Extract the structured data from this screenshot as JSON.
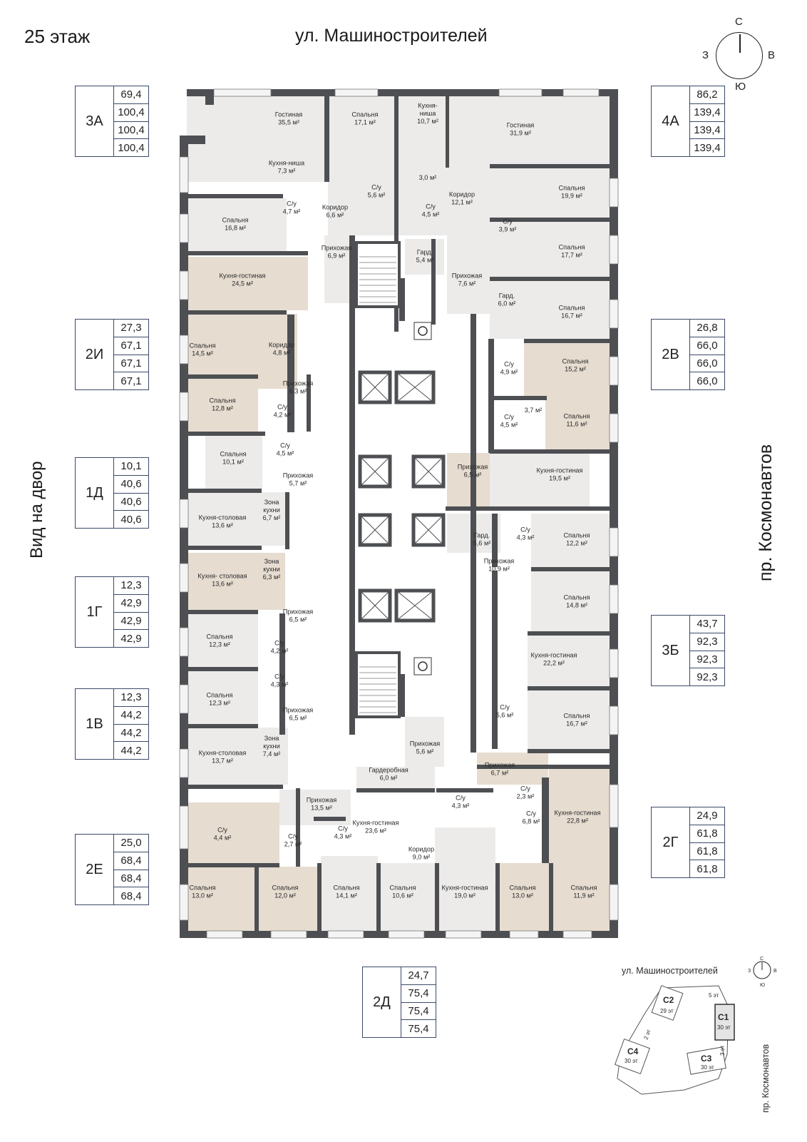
{
  "header": {
    "floor": "25 этаж",
    "street_top": "ул. Машиностроителей",
    "side_left": "Вид на двор",
    "side_right": "пр. Космонавтов"
  },
  "compass": {
    "n": "С",
    "s": "Ю",
    "w": "З",
    "e": "В"
  },
  "apartments": [
    {
      "code": "3А",
      "values": [
        "69,4",
        "100,4",
        "100,4",
        "100,4"
      ]
    },
    {
      "code": "2И",
      "values": [
        "27,3",
        "67,1",
        "67,1",
        "67,1"
      ]
    },
    {
      "code": "1Д",
      "values": [
        "10,1",
        "40,6",
        "40,6",
        "40,6"
      ]
    },
    {
      "code": "1Г",
      "values": [
        "12,3",
        "42,9",
        "42,9",
        "42,9"
      ]
    },
    {
      "code": "1В",
      "values": [
        "12,3",
        "44,2",
        "44,2",
        "44,2"
      ]
    },
    {
      "code": "2Е",
      "values": [
        "25,0",
        "68,4",
        "68,4",
        "68,4"
      ]
    },
    {
      "code": "4А",
      "values": [
        "86,2",
        "139,4",
        "139,4",
        "139,4"
      ]
    },
    {
      "code": "2В",
      "values": [
        "26,8",
        "66,0",
        "66,0",
        "66,0"
      ]
    },
    {
      "code": "3Б",
      "values": [
        "43,7",
        "92,3",
        "92,3",
        "92,3"
      ]
    },
    {
      "code": "2Г",
      "values": [
        "24,9",
        "61,8",
        "61,8",
        "61,8"
      ]
    },
    {
      "code": "2Д",
      "values": [
        "24,7",
        "75,4",
        "75,4",
        "75,4"
      ]
    }
  ],
  "rooms": [
    {
      "lines": [
        "Гостиная",
        "35,5 м²"
      ]
    },
    {
      "lines": [
        "Спальня",
        "17,1 м²"
      ]
    },
    {
      "lines": [
        "Кухня-",
        "ниша",
        "10,7 м²"
      ]
    },
    {
      "lines": [
        "Гостиная",
        "31,9 м²"
      ]
    },
    {
      "lines": [
        "Кухня-ниша",
        "7,3 м²"
      ]
    },
    {
      "lines": [
        "3,0 м²"
      ]
    },
    {
      "lines": [
        "С/у",
        "5,6 м²"
      ]
    },
    {
      "lines": [
        "С/у",
        "4,7 м²"
      ]
    },
    {
      "lines": [
        "Коридор",
        "6,6 м²"
      ]
    },
    {
      "lines": [
        "С/у",
        "4,5 м²"
      ]
    },
    {
      "lines": [
        "Коридор",
        "12,1 м²"
      ]
    },
    {
      "lines": [
        "Спальня",
        "19,9 м²"
      ]
    },
    {
      "lines": [
        "Спальня",
        "16,8 м²"
      ]
    },
    {
      "lines": [
        "С/у",
        "3,9 м²"
      ]
    },
    {
      "lines": [
        "Гард.",
        "5,4 м²"
      ]
    },
    {
      "lines": [
        "Спальня",
        "17,7 м²"
      ]
    },
    {
      "lines": [
        "Прихожая",
        "6,9 м²"
      ]
    },
    {
      "lines": [
        "Кухня-гостиная",
        "24,5 м²"
      ]
    },
    {
      "lines": [
        "Прихожая",
        "7,6 м²"
      ]
    },
    {
      "lines": [
        "Гард.",
        "6,0 м²"
      ]
    },
    {
      "lines": [
        "Спальня",
        "16,7 м²"
      ]
    },
    {
      "lines": [
        "Спальня",
        "14,5 м²"
      ]
    },
    {
      "lines": [
        "Коридор",
        "4,8 м²"
      ]
    },
    {
      "lines": [
        "С/у",
        "4,9 м²"
      ]
    },
    {
      "lines": [
        "Спальня",
        "15,2 м²"
      ]
    },
    {
      "lines": [
        "Прихожая",
        "6,3 м²"
      ]
    },
    {
      "lines": [
        "Спальня",
        "12,8 м²"
      ]
    },
    {
      "lines": [
        "С/у",
        "4,2 м²"
      ]
    },
    {
      "lines": [
        "С/у",
        "4,5 м²"
      ]
    },
    {
      "lines": [
        "3,7 м²"
      ]
    },
    {
      "lines": [
        "Спальня",
        "11,6 м²"
      ]
    },
    {
      "lines": [
        "С/у",
        "4,5 м²"
      ]
    },
    {
      "lines": [
        "Спальня",
        "10,1 м²"
      ]
    },
    {
      "lines": [
        "Прихожая",
        "5,7 м²"
      ]
    },
    {
      "lines": [
        "Прихожая",
        "6,5 м²"
      ]
    },
    {
      "lines": [
        "Кухня-гостиная",
        "19,5 м²"
      ]
    },
    {
      "lines": [
        "Кухня-столовая",
        "13,6 м²"
      ]
    },
    {
      "lines": [
        "Зона",
        "кухни",
        "6,7 м²"
      ]
    },
    {
      "lines": [
        "Гард.",
        "5,6 м²"
      ]
    },
    {
      "lines": [
        "С/у",
        "4,3 м²"
      ]
    },
    {
      "lines": [
        "Спальня",
        "12,2 м²"
      ]
    },
    {
      "lines": [
        "Прихожая",
        "10,9 м²"
      ]
    },
    {
      "lines": [
        "Кухня- столовая",
        "13,6 м²"
      ]
    },
    {
      "lines": [
        "Зона",
        "кухни",
        "6,3 м²"
      ]
    },
    {
      "lines": [
        "Спальня",
        "14,8 м²"
      ]
    },
    {
      "lines": [
        "Прихожая",
        "6,5 м²"
      ]
    },
    {
      "lines": [
        "Спальня",
        "12,3 м²"
      ]
    },
    {
      "lines": [
        "С/у",
        "4,2 м²"
      ]
    },
    {
      "lines": [
        "Кухня-гостиная",
        "22,2 м²"
      ]
    },
    {
      "lines": [
        "С/у",
        "4,3 м²"
      ]
    },
    {
      "lines": [
        "Спальня",
        "12,3 м²"
      ]
    },
    {
      "lines": [
        "Прихожая",
        "6,5 м²"
      ]
    },
    {
      "lines": [
        "С/у",
        "5,6 м²"
      ]
    },
    {
      "lines": [
        "Спальня",
        "16,7 м²"
      ]
    },
    {
      "lines": [
        "Кухня-столовая",
        "13,7 м²"
      ]
    },
    {
      "lines": [
        "Зона",
        "кухни",
        "7,4 м²"
      ]
    },
    {
      "lines": [
        "Прихожая",
        "5,6 м²"
      ]
    },
    {
      "lines": [
        "Прихожая",
        "6,7 м²"
      ]
    },
    {
      "lines": [
        "Гардеробная",
        "6,0 м²"
      ]
    },
    {
      "lines": [
        "Прихожая",
        "13,5 м²"
      ]
    },
    {
      "lines": [
        "С/у",
        "2,3 м²"
      ]
    },
    {
      "lines": [
        "С/у",
        "4,3 м²"
      ]
    },
    {
      "lines": [
        "С/у",
        "6,8 м²"
      ]
    },
    {
      "lines": [
        "Кухня-гостиная",
        "23,6 м²"
      ]
    },
    {
      "lines": [
        "Кухня-гостиная",
        "22,8 м²"
      ]
    },
    {
      "lines": [
        "С/у",
        "4,4 м²"
      ]
    },
    {
      "lines": [
        "С/у",
        "2,7 м²"
      ]
    },
    {
      "lines": [
        "С/у",
        "4,3 м²"
      ]
    },
    {
      "lines": [
        "Коридор",
        "9,0 м²"
      ]
    },
    {
      "lines": [
        "Спальня",
        "13,0 м²"
      ]
    },
    {
      "lines": [
        "Спальня",
        "12,0 м²"
      ]
    },
    {
      "lines": [
        "Спальня",
        "14,1 м²"
      ]
    },
    {
      "lines": [
        "Спальня",
        "10,6 м²"
      ]
    },
    {
      "lines": [
        "Кухня-гостиная",
        "19,0 м²"
      ]
    },
    {
      "lines": [
        "Спальня",
        "13,0 м²"
      ]
    },
    {
      "lines": [
        "Спальня",
        "11,9 м²"
      ]
    }
  ],
  "minimap": {
    "street": "ул. Машиностроителей",
    "avenue": "пр. Космонавтов",
    "compass": {
      "n": "С",
      "s": "Ю",
      "w": "З",
      "e": "В"
    },
    "sections": [
      {
        "code": "С1",
        "floors": "30 эт"
      },
      {
        "code": "С2",
        "floors": "29 эт"
      },
      {
        "code": "С3",
        "floors": "30 эт"
      },
      {
        "code": "С4",
        "floors": "30 эт"
      }
    ],
    "links": [
      "5 эт",
      "2 эт",
      "3 эт"
    ]
  },
  "colors": {
    "wall": "#4d4f52",
    "room": "#ecebea",
    "room_accent": "#e6dcd0",
    "corridor": "#ffffff",
    "frame": "#3a4a66"
  }
}
